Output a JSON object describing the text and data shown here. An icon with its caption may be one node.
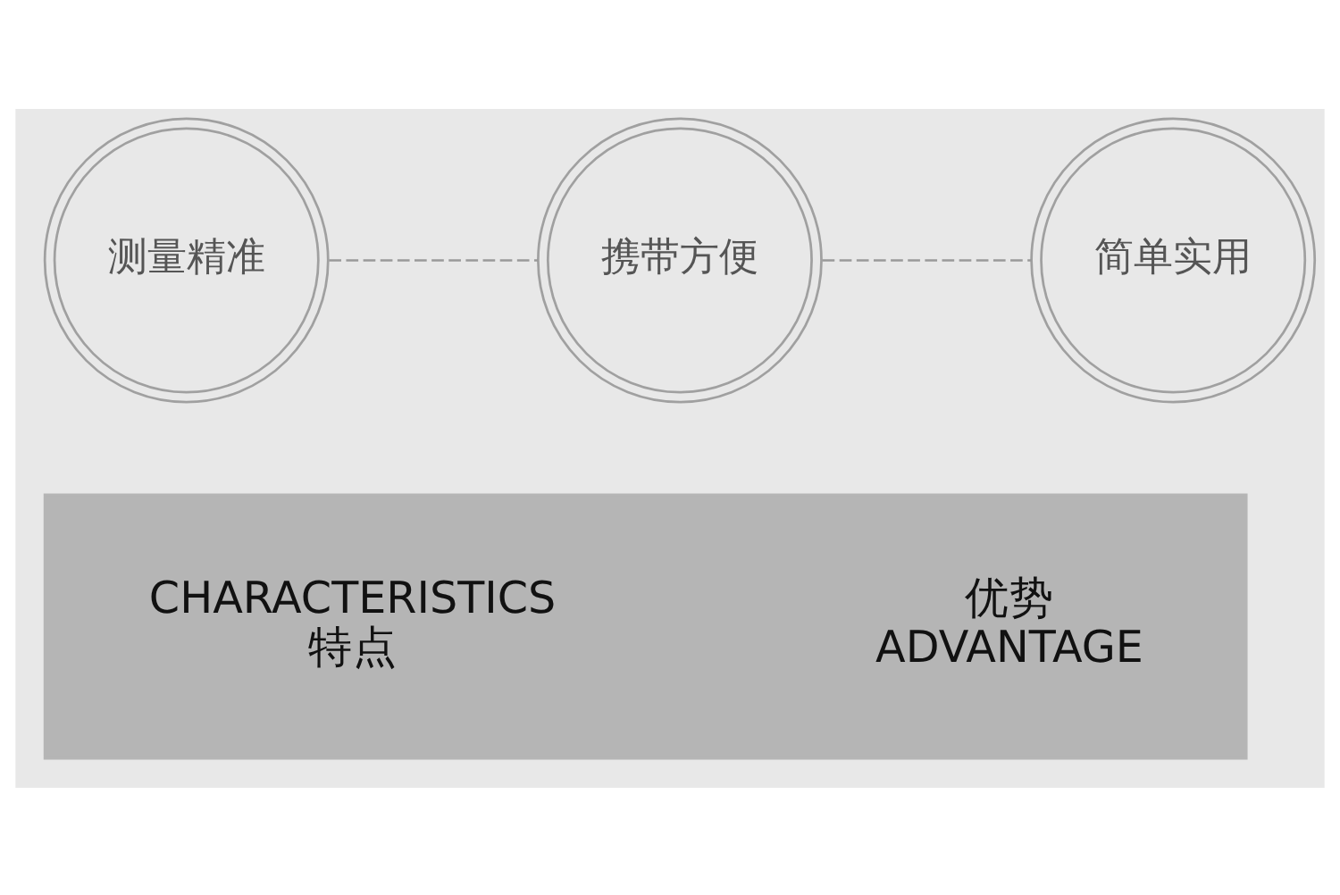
{
  "diagram": {
    "nodes": [
      {
        "text": [
          "测量精准"
        ]
      },
      {
        "text": [
          "携带方便"
        ]
      },
      {
        "text": [
          "简单实用"
        ]
      },
      {
        "text": [],
        "shape": "bar"
      },
      {
        "text": [
          "优势",
          "ADVANTAGE"
        ],
        "in": 3
      },
      {
        "text": [
          "CHARACTERISTICS",
          "特点"
        ],
        "in": 3
      }
    ],
    "edges": [
      {
        "from": 0,
        "to": 1,
        "arrow": "none",
        "style": "dashed"
      },
      {
        "from": 1,
        "to": 2,
        "arrow": "none",
        "style": "dashed"
      }
    ]
  }
}
